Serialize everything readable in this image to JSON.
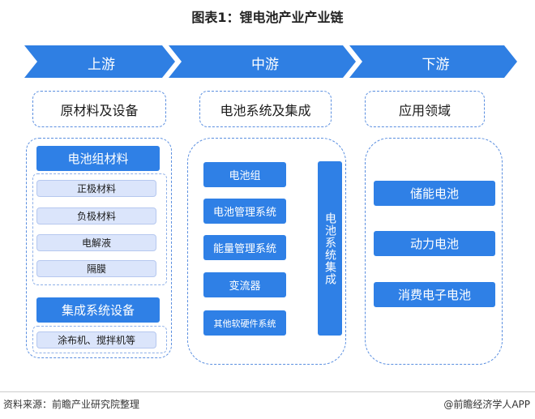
{
  "title": "图表1：锂电池产业产业链",
  "stages": {
    "upstream": "上游",
    "midstream": "中游",
    "downstream": "下游"
  },
  "categories": {
    "upstream": "原材料及设备",
    "midstream": "电池系统及集成",
    "downstream": "应用领域"
  },
  "upstream": {
    "materials_header": "电池组材料",
    "materials": [
      "正极材料",
      "负极材料",
      "电解液",
      "隔膜"
    ],
    "equipment_header": "集成系统设备",
    "equipment": [
      "涂布机、搅拌机等"
    ]
  },
  "midstream": {
    "items": [
      "电池组",
      "电池管理系统",
      "能量管理系统",
      "变流器",
      "其他软硬件系统"
    ],
    "integration": "电池系统集成"
  },
  "downstream": {
    "items": [
      "储能电池",
      "动力电池",
      "消费电子电池"
    ]
  },
  "footer": {
    "source": "资料来源：前瞻产业研究院整理",
    "brand": "@前瞻经济学人APP"
  },
  "colors": {
    "chevron": "#2f7fe3",
    "box": "#2f80e6",
    "dashed_border": "#5b8fe0",
    "item_fill": "#dbe5fb"
  }
}
